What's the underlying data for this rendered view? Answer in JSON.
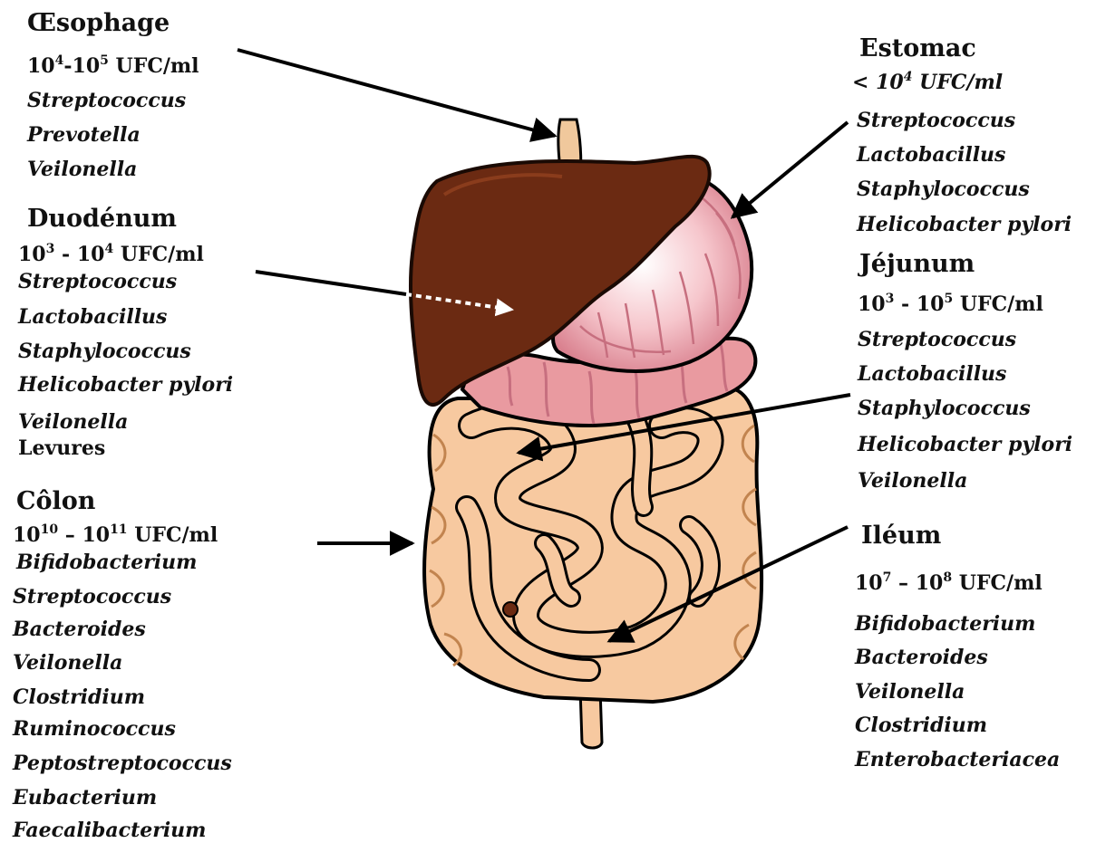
{
  "sections": {
    "oesophage": {
      "title": "Œsophage",
      "count": {
        "a": "10",
        "a_exp": "4",
        "sep": "-",
        "b": "10",
        "b_exp": "5",
        "unit": " UFC/ml"
      },
      "organisms": [
        "Streptococcus",
        "Prevotella",
        "Veilonella"
      ]
    },
    "duodenum": {
      "title": "Duodénum",
      "count": {
        "a": "10",
        "a_exp": "3",
        "sep": " - ",
        "b": "10",
        "b_exp": "4",
        "unit": " UFC/ml"
      },
      "organisms": [
        "Streptococcus",
        "Lactobacillus",
        "Staphylococcus",
        "Helicobacter pylori",
        "Veilonella"
      ],
      "other": "Levures"
    },
    "colon": {
      "title": "Côlon",
      "count": {
        "a": "10",
        "a_exp": "10",
        "sep": " – ",
        "b": "10",
        "b_exp": "11",
        "unit": " UFC/ml"
      },
      "organisms": [
        "Bifidobacterium",
        "Streptococcus",
        "Bacteroides",
        "Veilonella",
        "Clostridium",
        "Ruminococcus",
        "Peptostreptococcus",
        "Eubacterium",
        "Faecalibacterium"
      ]
    },
    "estomac": {
      "title": "Estomac",
      "count": {
        "prefix": "< ",
        "a": "10",
        "a_exp": "4",
        "unit": " UFC/ml"
      },
      "organisms": [
        "Streptococcus",
        "Lactobacillus",
        "Staphylococcus",
        "Helicobacter pylori"
      ]
    },
    "jejunum": {
      "title": "Jéjunum",
      "count": {
        "a": "10",
        "a_exp": "3",
        "sep": " - ",
        "b": "10",
        "b_exp": "5",
        "unit": " UFC/ml"
      },
      "organisms": [
        "Streptococcus",
        "Lactobacillus",
        "Staphylococcus",
        "Helicobacter pylori",
        "Veilonella"
      ]
    },
    "ileum": {
      "title": "Iléum",
      "count": {
        "a": "10",
        "a_exp": "7",
        "sep": " – ",
        "b": "10",
        "b_exp": "8",
        "unit": " UFC/ml"
      },
      "organisms": [
        "Bifidobacterium",
        "Bacteroides",
        "Veilonella",
        "Clostridium",
        "Enterobacteriacea"
      ]
    }
  },
  "colors": {
    "liver": "#6b2a12",
    "liver_outline": "#1a0a04",
    "stomach": "#f2b9c0",
    "stomach_ridge": "#c76f7f",
    "duodenum": "#e99aa0",
    "intestine": "#f7c9a0",
    "intestine_shadow": "#c2844f",
    "esophagus": "#f0c89c",
    "arrow": "#000000"
  }
}
